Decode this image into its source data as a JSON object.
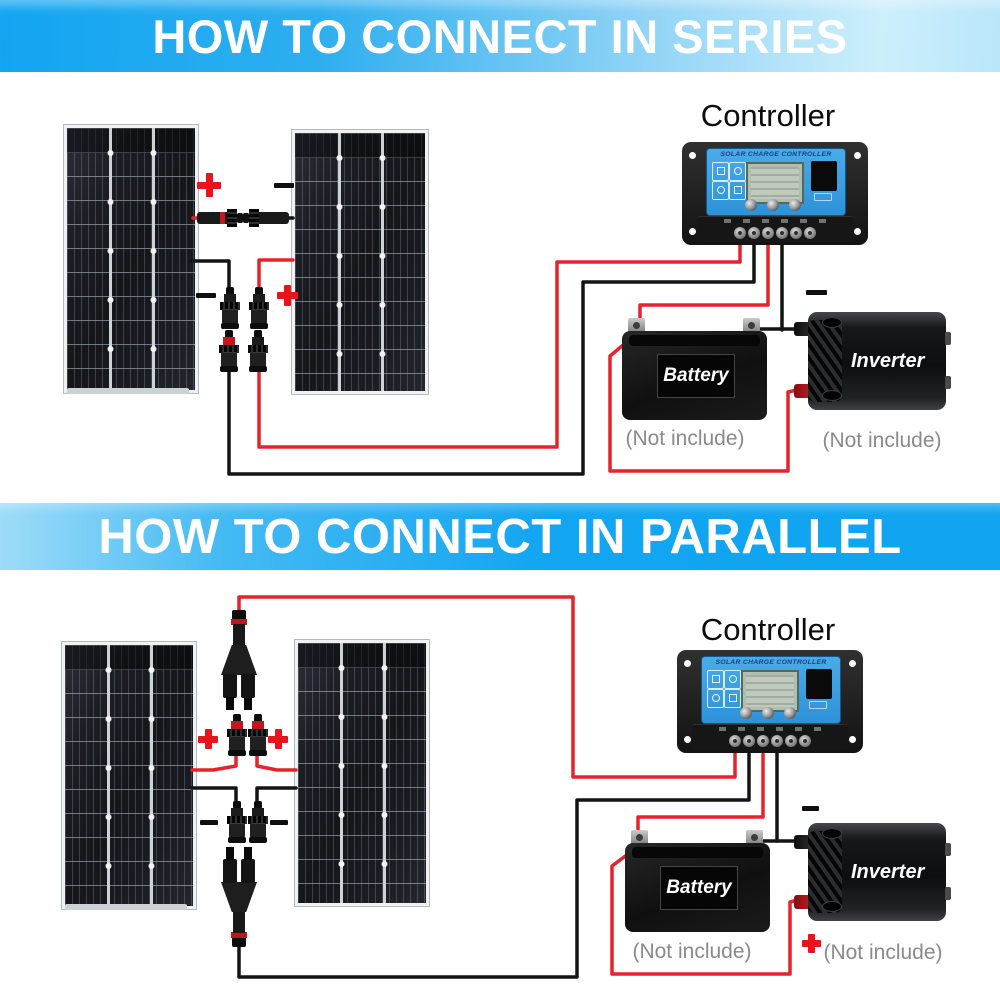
{
  "series_section": {
    "banner_title": "HOW TO CONNECT IN SERIES",
    "controller_label": "Controller",
    "battery_label": "Battery",
    "battery_note": "(Not include)",
    "inverter_label": "Inverter",
    "inverter_note": "(Not include)"
  },
  "parallel_section": {
    "banner_title": "HOW TO CONNECT IN PARALLEL",
    "controller_label": "Controller",
    "battery_label": "Battery",
    "battery_note": "(Not include)",
    "inverter_label": "Inverter",
    "inverter_note": "(Not include)"
  },
  "controller_device": {
    "faceplate_title": "SOLAR CHARGE CONTROLLER"
  },
  "symbols": {
    "plus": "+",
    "minus": "−"
  },
  "colors": {
    "wire_positive": "#e8222a",
    "wire_negative": "#141414",
    "banner_blue": "#12a5f1",
    "polarity_red": "#e8141c"
  }
}
